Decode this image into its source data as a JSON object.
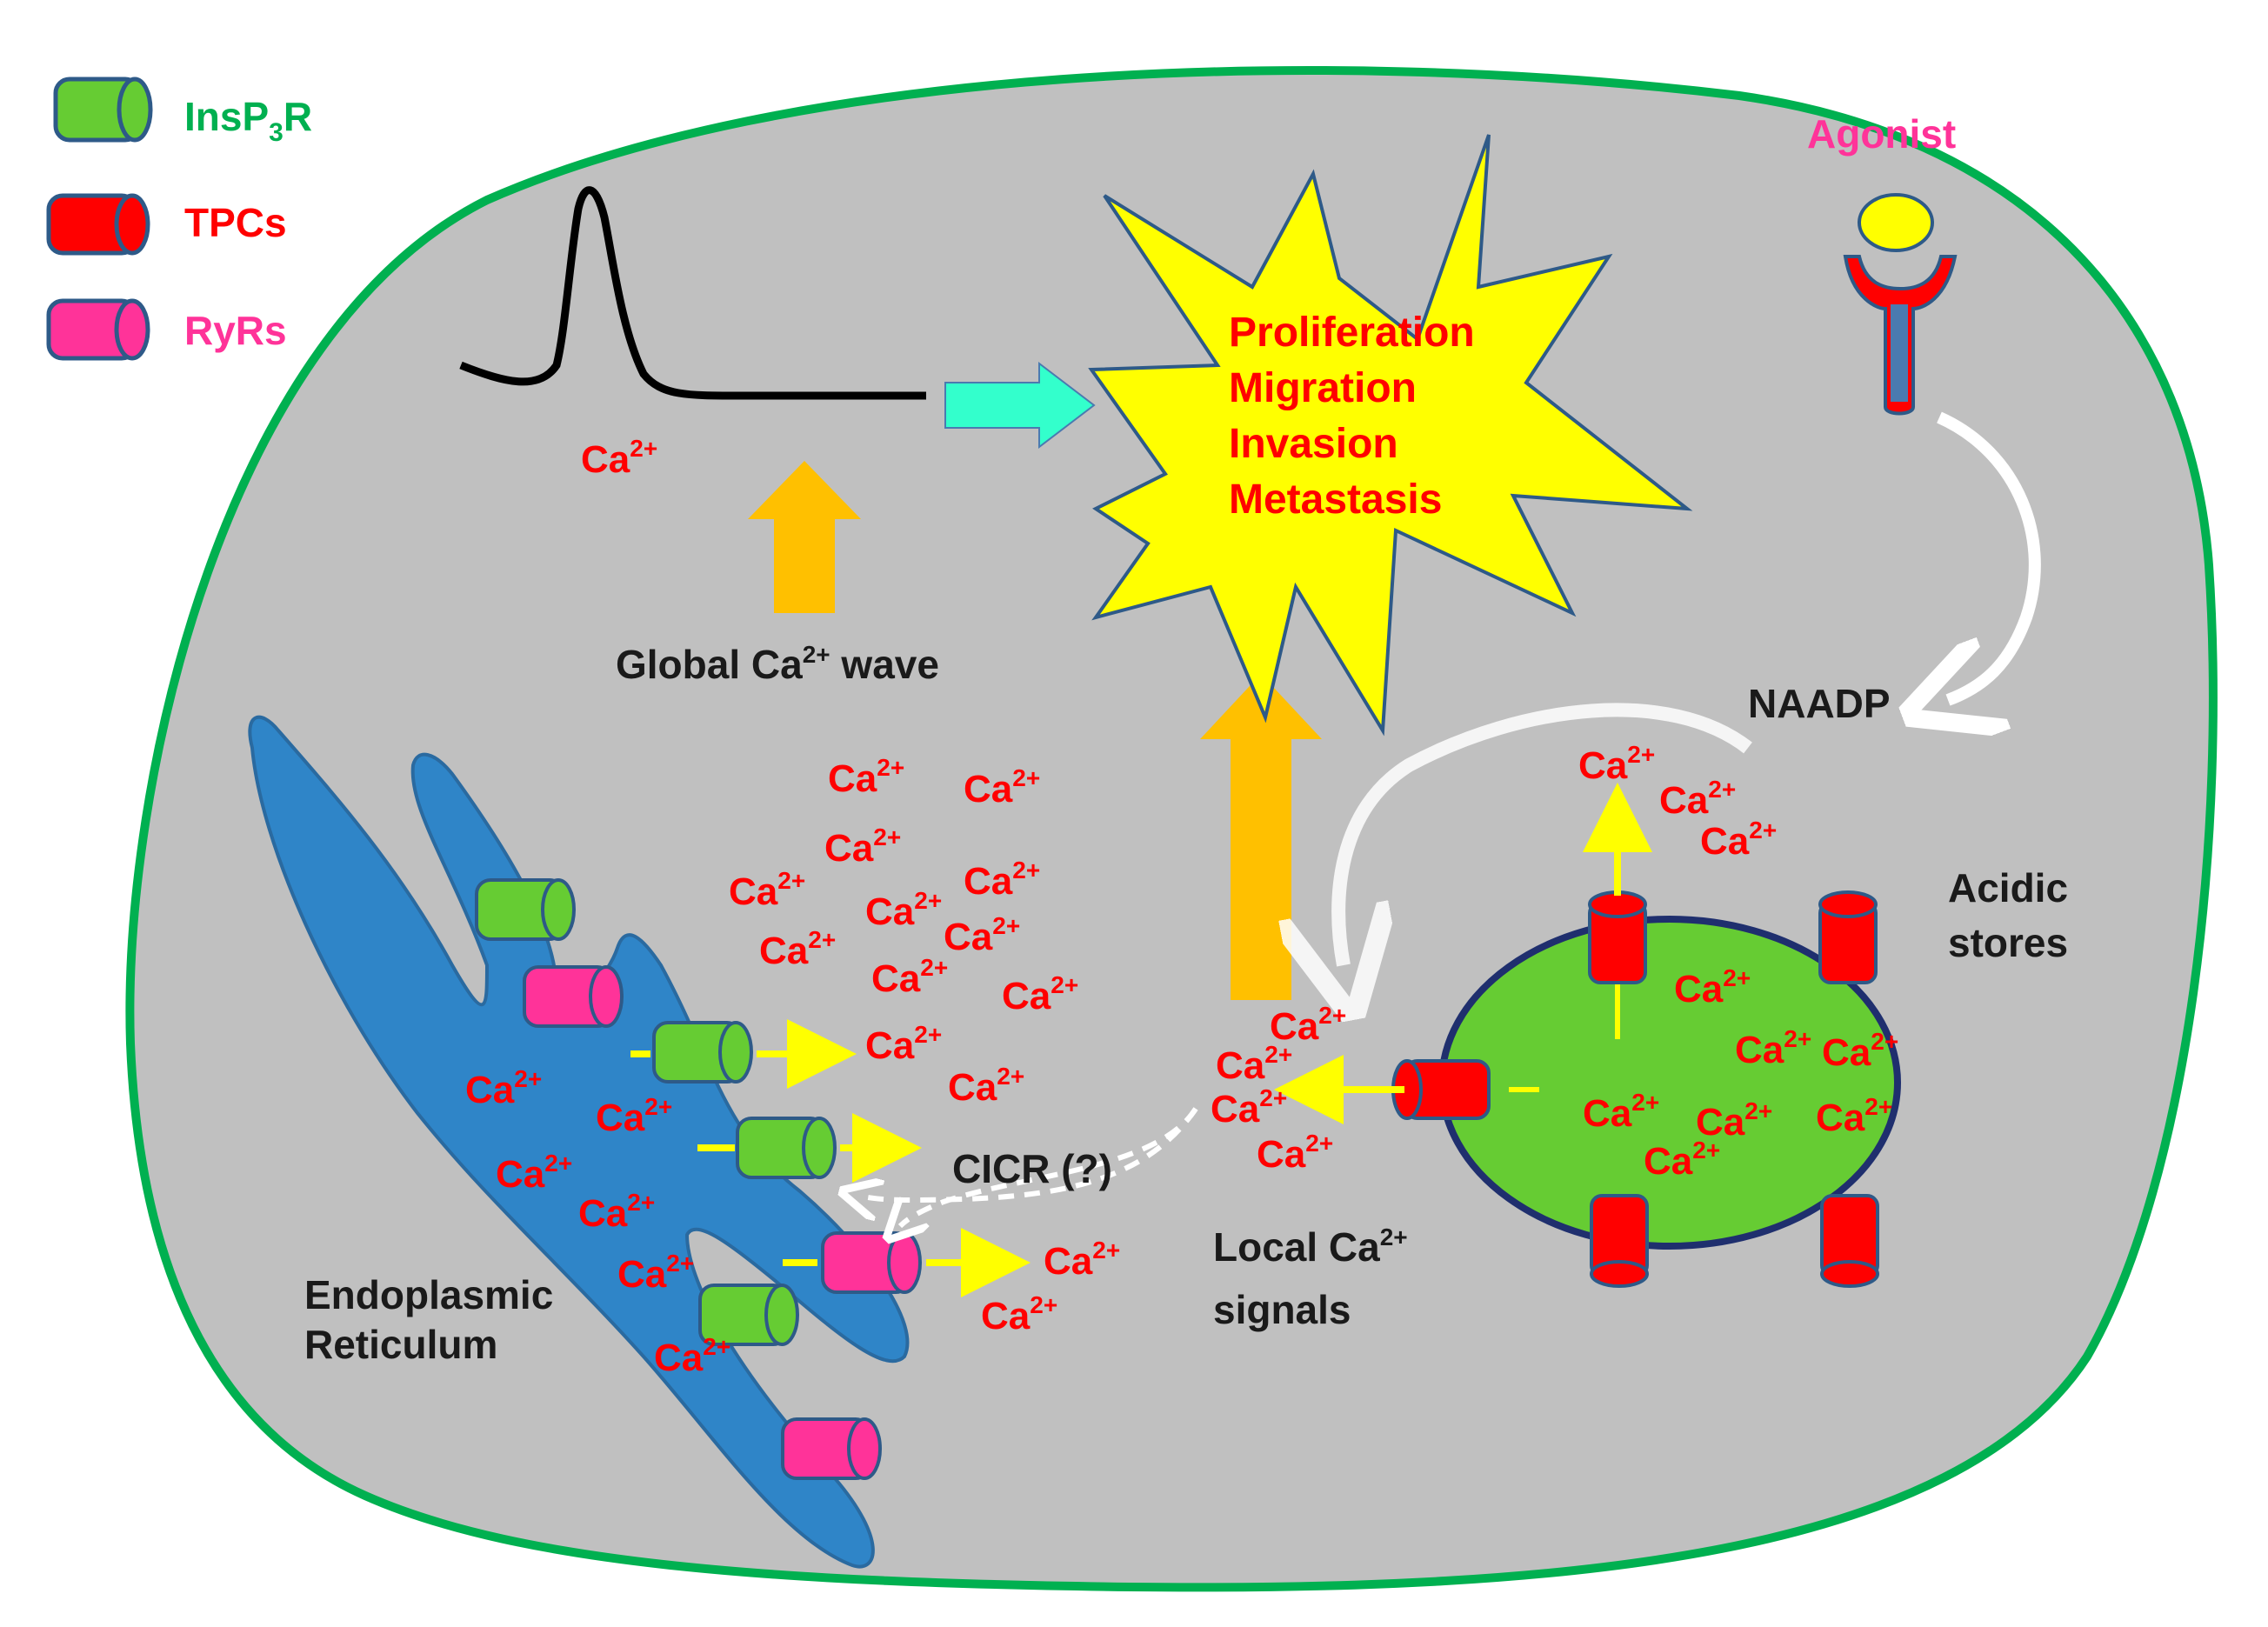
{
  "legend": {
    "insp3r": {
      "text": "InsP",
      "sub": "3",
      "tail": "R",
      "color": "#00b050"
    },
    "tpcs": {
      "text": "TPCs",
      "color": "#ff0000"
    },
    "ryrs": {
      "text": "RyRs",
      "color": "#ff3399"
    }
  },
  "colors": {
    "cell_fill": "#c0c0c0",
    "cell_border": "#00b050",
    "insp3r": "#66cc33",
    "tpc": "#ff0000",
    "ryr": "#ff3399",
    "er": "#2f85c8",
    "acidic_store": "#66cc33",
    "star": "#ffff00",
    "big_arrow": "#ffc000",
    "cyan_arrow": "#33ffcc",
    "flux_arrow": "#ffff00"
  },
  "labels": {
    "agonist": "Agonist",
    "naadp": "NAADP",
    "acidic_stores_1": "Acidic",
    "acidic_stores_2": "stores",
    "global_wave_pre": "Global Ca",
    "global_wave_sup": "2+",
    "global_wave_post": " wave",
    "local_signals_pre": "Local Ca",
    "local_signals_sup": "2+",
    "local_signals_post": "signals",
    "cicr": "CICR (?)",
    "er_1": "Endoplasmic",
    "er_2": "Reticulum",
    "ion": "Ca",
    "ion_charge": "2+"
  },
  "outcomes": [
    "Proliferation",
    "Migration",
    "Invasion",
    "Metastasis"
  ]
}
